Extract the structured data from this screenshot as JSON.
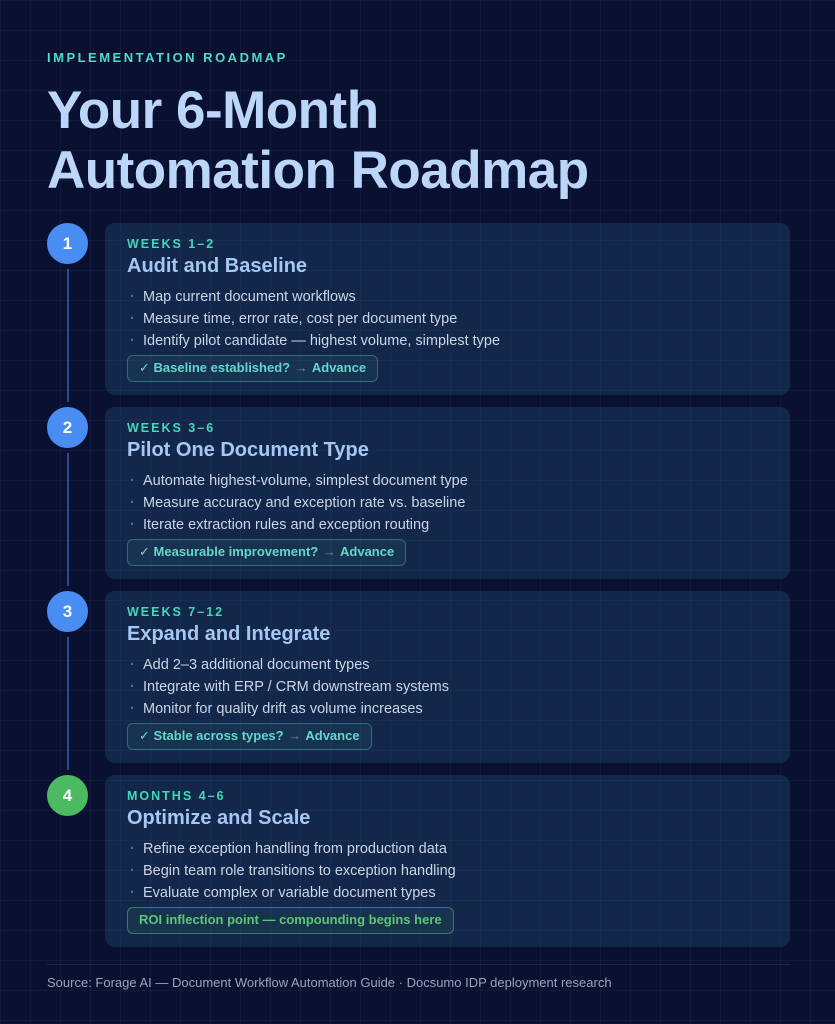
{
  "header": {
    "eyebrow": "IMPLEMENTATION ROADMAP",
    "title_line1": "Your 6-Month",
    "title_line2": "Automation Roadmap"
  },
  "steps": [
    {
      "number": "1",
      "label": "WEEKS 1–2",
      "title": "Audit and Baseline",
      "bullets": [
        "Map current document workflows",
        "Measure time, error rate, cost per document type",
        "Identify pilot candidate — highest volume, simplest type"
      ],
      "badge": {
        "check": "✓",
        "question": "Baseline established?",
        "arrow": "→",
        "action": "Advance"
      }
    },
    {
      "number": "2",
      "label": "WEEKS 3–6",
      "title": "Pilot One Document Type",
      "bullets": [
        "Automate highest-volume, simplest document type",
        "Measure accuracy and exception rate vs. baseline",
        "Iterate extraction rules and exception routing"
      ],
      "badge": {
        "check": "✓",
        "question": "Measurable improvement?",
        "arrow": "→",
        "action": "Advance"
      }
    },
    {
      "number": "3",
      "label": "WEEKS 7–12",
      "title": "Expand and Integrate",
      "bullets": [
        "Add 2–3 additional document types",
        "Integrate with ERP / CRM downstream systems",
        "Monitor for quality drift as volume increases"
      ],
      "badge": {
        "check": "✓",
        "question": "Stable across types?",
        "arrow": "→",
        "action": "Advance"
      }
    },
    {
      "number": "4",
      "label": "MONTHS 4–6",
      "title": "Optimize and Scale",
      "bullets": [
        "Refine exception handling from production data",
        "Begin team role transitions to exception handling",
        "Evaluate complex or variable document types"
      ],
      "badge": {
        "text": "ROI inflection point — compounding begins here"
      }
    }
  ],
  "footer": {
    "source": "Source: Forage AI — Document Workflow Automation Guide · Docsumo IDP deployment research"
  },
  "colors": {
    "page_bg": "#0a1130",
    "card_bg": "#152a4a",
    "accent_teal": "#45d7b8",
    "accent_blue": "#4a8df2",
    "accent_green": "#4cb963",
    "title_text": "#bcd6fa"
  }
}
